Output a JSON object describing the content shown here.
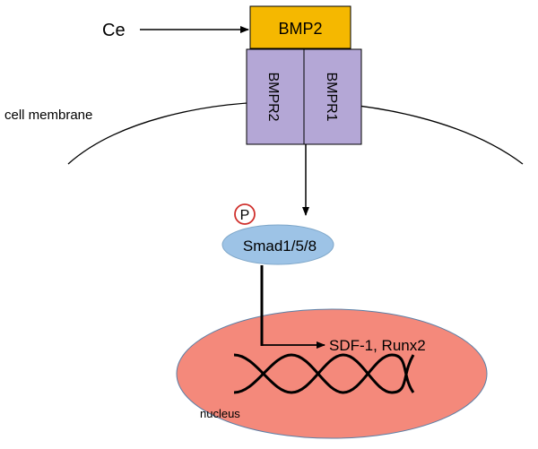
{
  "labels": {
    "ce": "Ce",
    "bmp2": "BMP2",
    "bmpr2": "BMPR2",
    "bmpr1": "BMPR1",
    "cell_membrane": "cell membrane",
    "phospho": "P",
    "smad": "Smad1/5/8",
    "targets": "SDF-1, Runx2",
    "nucleus": "nucleus"
  },
  "colors": {
    "bmp2_fill": "#f5b800",
    "receptor_fill": "#b4a7d6",
    "smad_fill": "#9dc3e6",
    "nucleus_fill": "#f4897b",
    "phospho_ring": "#d0312d",
    "stroke": "#000000"
  }
}
